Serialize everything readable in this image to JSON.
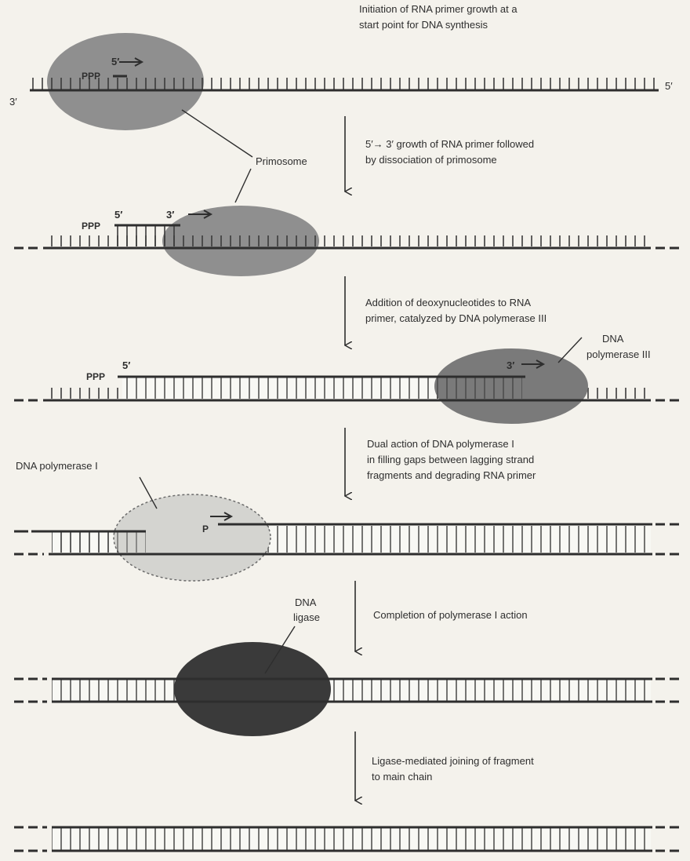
{
  "steps": [
    {
      "text": [
        "Initiation of RNA primer growth at a",
        "start point for DNA synthesis"
      ]
    },
    {
      "text": [
        "5′→ 3′ growth of RNA primer followed",
        "by dissociation of primosome"
      ]
    },
    {
      "text": [
        "Addition of deoxynucleotides to RNA",
        "primer, catalyzed by DNA polymerase III"
      ]
    },
    {
      "text": [
        "Dual action of DNA polymerase I",
        "in filling gaps between lagging strand",
        "fragments and degrading RNA primer"
      ]
    },
    {
      "text": [
        "Completion of polymerase I action"
      ]
    },
    {
      "text": [
        "Ligase-mediated joining of fragment",
        "to main chain"
      ]
    }
  ],
  "labels": {
    "primosome": "Primosome",
    "pol3": [
      "DNA",
      "polymerase III"
    ],
    "pol1": "DNA polymerase I",
    "ligase": [
      "DNA",
      "ligase"
    ],
    "ppp": "PPP",
    "p": "P",
    "five_prime": "5′",
    "three_prime": "3′"
  },
  "colors": {
    "ink": "#2e2e2e",
    "primosome": "#8f8f8f",
    "pol3": "#7a7a7a",
    "pol1": "#d4d4d0",
    "ligase": "#3a3a3a",
    "paper": "#f4f2ec"
  }
}
